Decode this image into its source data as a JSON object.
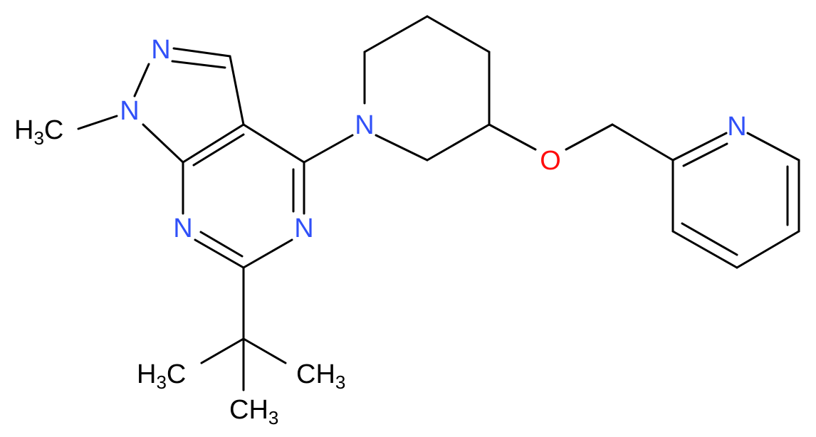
{
  "colors": {
    "background": "#ffffff",
    "bond": "#000000",
    "nitrogen": "#3050f8",
    "oxygen": "#ff0d0d",
    "carbon": "#000000"
  },
  "atoms": {
    "n_pyrazole_2": "N",
    "n_pyrazole_1": "N",
    "n_pyrimidine_7": "N",
    "n_pyrimidine_5": "N",
    "n_piperidine": "N",
    "o_ether": "O",
    "n_pyridine": "N"
  },
  "groups": {
    "methyl_n1": {
      "main": "H",
      "sub": "3",
      "tail": "C"
    },
    "tbu_methyl_left": {
      "main": "H",
      "sub": "3",
      "tail": "C"
    },
    "tbu_methyl_right": {
      "main": "CH",
      "sub": "3"
    },
    "tbu_methyl_bottom": {
      "main": "CH",
      "sub": "3"
    }
  }
}
